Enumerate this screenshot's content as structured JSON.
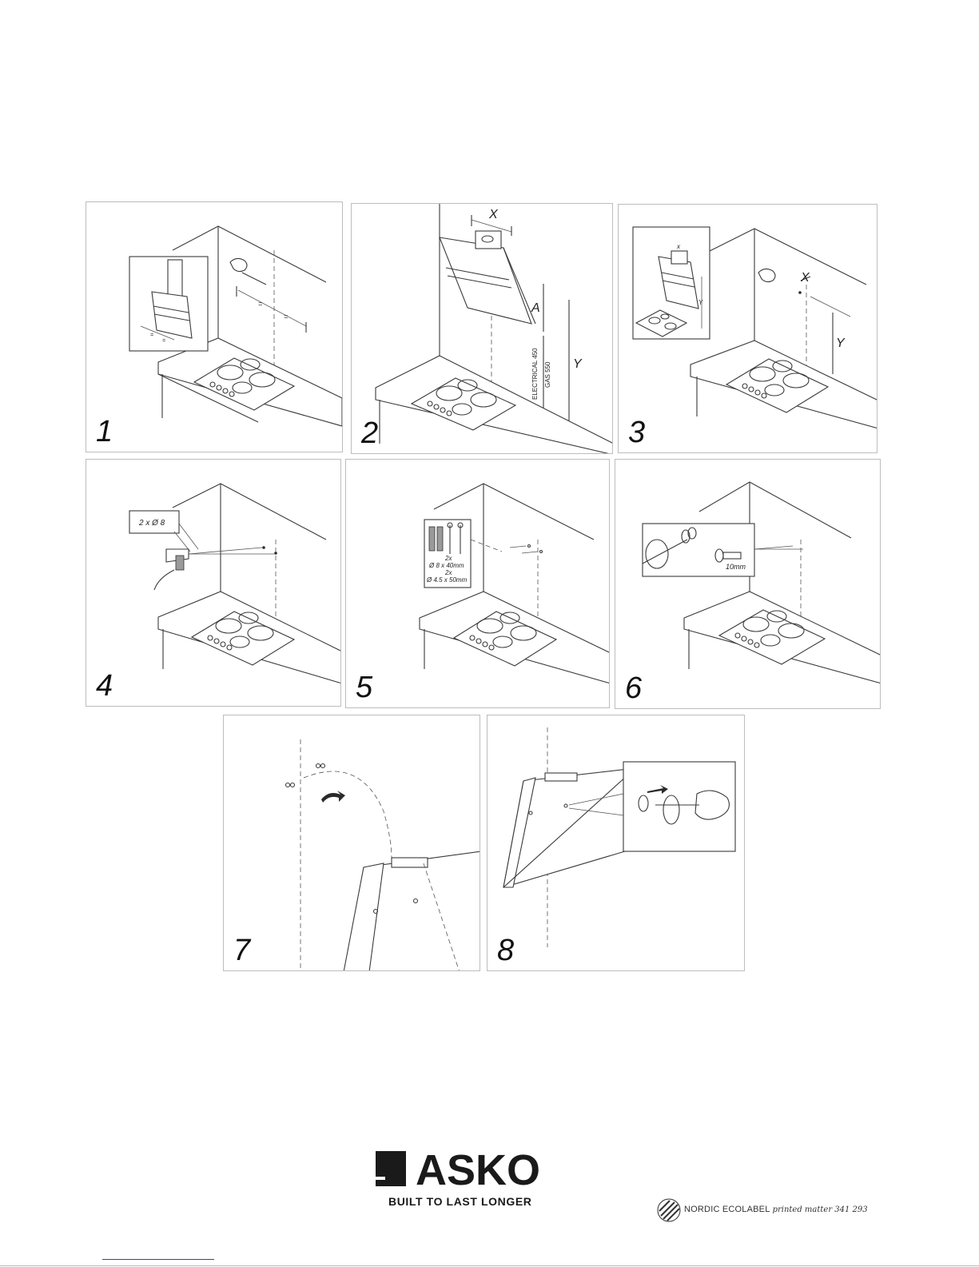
{
  "steps": {
    "s1": {
      "number": "1"
    },
    "s2": {
      "number": "2",
      "label_x": "X",
      "label_a": "A",
      "label_y": "Y",
      "label_electrical": "ELECTRICAL 450",
      "label_gas": "GAS 550"
    },
    "s3": {
      "number": "3",
      "label_x": "X",
      "label_y": "Y",
      "inset_x": "x",
      "inset_y": "Y"
    },
    "s4": {
      "number": "4",
      "callout": "2 x Ø 8"
    },
    "s5": {
      "number": "5",
      "qty1": "2x",
      "spec1": "Ø 8 x 40mm",
      "qty2": "2x",
      "spec2": "Ø 4.5 x 50mm"
    },
    "s6": {
      "number": "6",
      "gap": "10mm"
    },
    "s7": {
      "number": "7"
    },
    "s8": {
      "number": "8"
    }
  },
  "brand": {
    "name": "ASKO",
    "tagline": "BUILT TO LAST LONGER",
    "ecolabel_name": "NORDIC ECOLABEL",
    "ecolabel_sub": "printed matter 341 293"
  },
  "colors": {
    "line": "#3a3a3a",
    "border": "#bdbdbd",
    "link": "#1a47c8"
  }
}
